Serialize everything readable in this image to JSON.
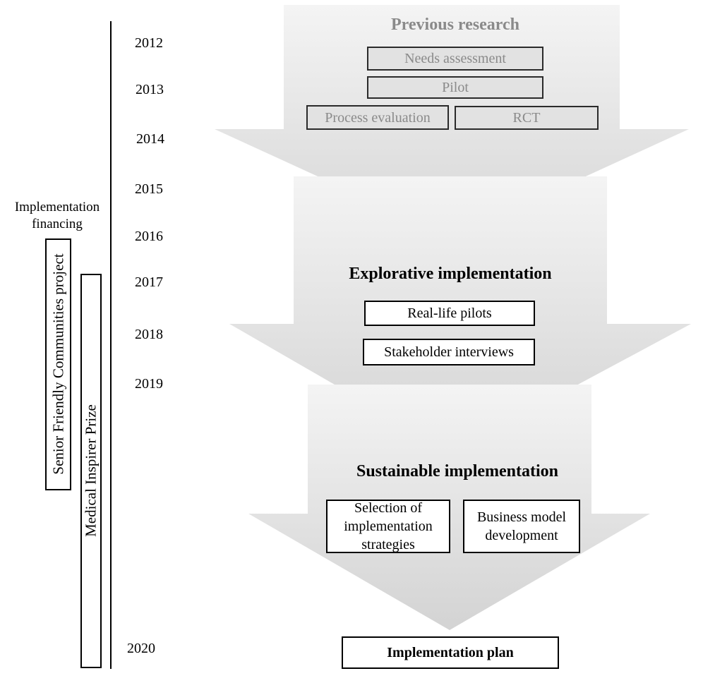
{
  "timeline": {
    "years": [
      "2012",
      "2013",
      "2014",
      "2015",
      "2016",
      "2017",
      "2018",
      "2019",
      "2020"
    ]
  },
  "financing": {
    "label_line1": "Implementation",
    "label_line2": "financing",
    "projects": [
      "Senior Friendly Communities project",
      "Medical Inspirer Prize"
    ]
  },
  "stages": {
    "previous": {
      "title": "Previous research",
      "items": [
        "Needs assessment",
        "Pilot",
        "Process evaluation",
        "RCT"
      ]
    },
    "explorative": {
      "title": "Explorative implementation",
      "items": [
        "Real-life pilots",
        "Stakeholder interviews"
      ]
    },
    "sustainable": {
      "title": "Sustainable implementation",
      "items": [
        "Selection of implementation strategies",
        "Business model development"
      ]
    }
  },
  "outcome": {
    "label": "Implementation plan"
  },
  "colors": {
    "arrow_light": "#f4f4f4",
    "arrow_dark": "#d6d6d6",
    "faded_text": "#8a8a8a",
    "faded_box": "#e2e2e2"
  }
}
